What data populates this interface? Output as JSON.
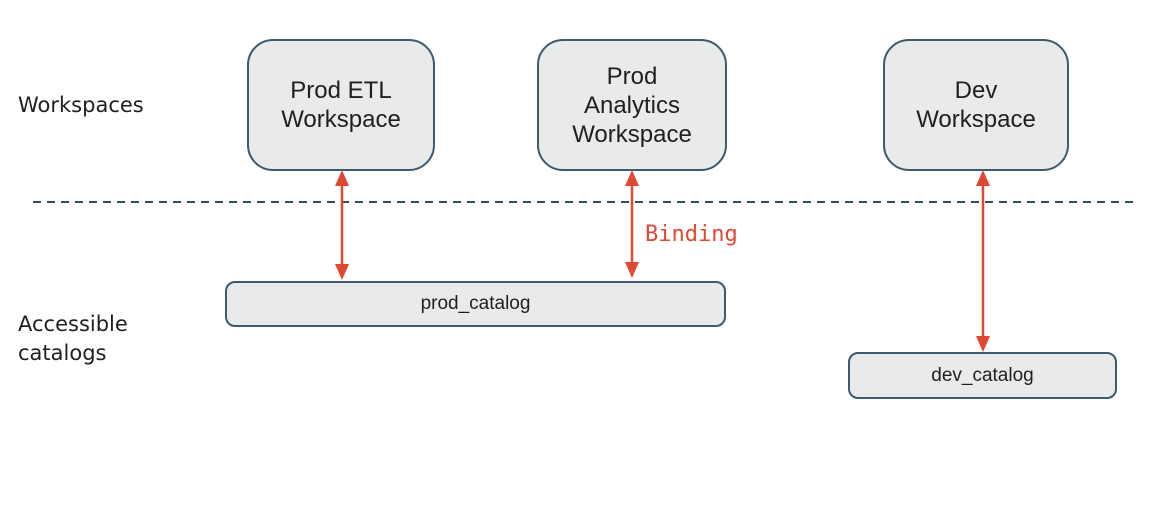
{
  "labels": {
    "workspaces_row": "Workspaces",
    "accessible_catalogs_row": "Accessible\ncatalogs",
    "binding": "Binding"
  },
  "workspaces": [
    {
      "id": "prod-etl",
      "label": "Prod ETL\nWorkspace"
    },
    {
      "id": "prod-analytics",
      "label": "Prod\nAnalytics\nWorkspace"
    },
    {
      "id": "dev",
      "label": "Dev\nWorkspace"
    }
  ],
  "catalogs": [
    {
      "id": "prod",
      "label": "prod_catalog"
    },
    {
      "id": "dev",
      "label": "dev_catalog"
    }
  ],
  "bindings": [
    {
      "workspace": "Prod ETL Workspace",
      "catalog": "prod_catalog",
      "label": ""
    },
    {
      "workspace": "Prod Analytics Workspace",
      "catalog": "prod_catalog",
      "label": "Binding"
    },
    {
      "workspace": "Dev Workspace",
      "catalog": "dev_catalog",
      "label": ""
    }
  ],
  "colors": {
    "box_fill": "#e9eaea",
    "box_border": "#3d5a6e",
    "arrow_color": "#e0492f",
    "divider_color": "#33505e",
    "text_color": "#1f1f1f"
  }
}
